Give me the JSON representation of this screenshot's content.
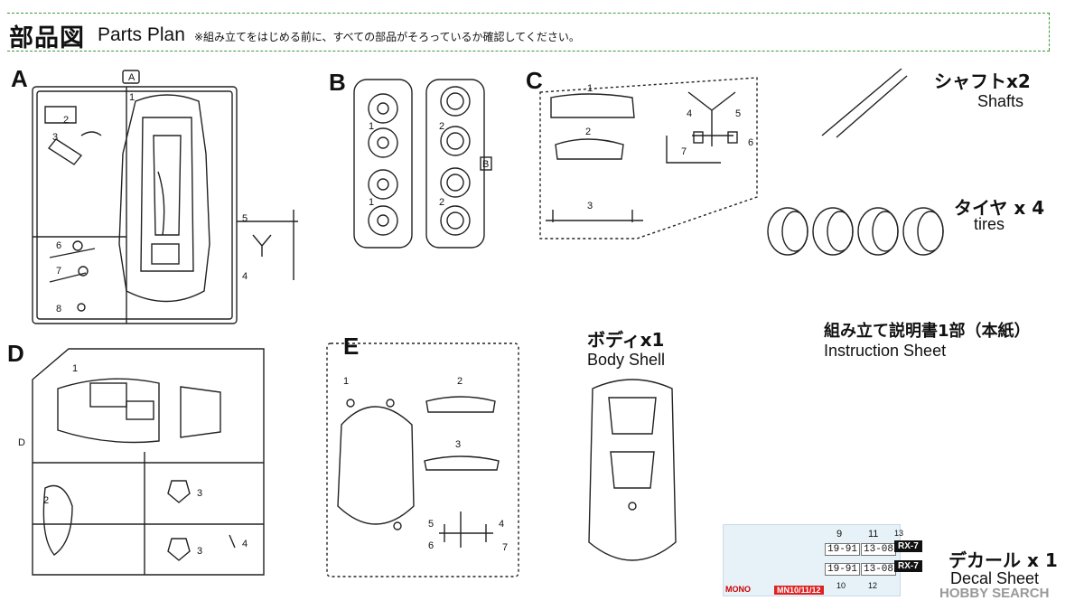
{
  "header": {
    "title_jp": "部品図",
    "title_en": "Parts Plan",
    "note": "※組み立てをはじめる前に、すべての部品がそろっているか確認してください。"
  },
  "runners": {
    "A": {
      "label": "A",
      "tag": "A",
      "parts": [
        "1",
        "2",
        "3",
        "4",
        "5",
        "6",
        "7",
        "8"
      ]
    },
    "B": {
      "label": "B",
      "tag": "B",
      "parts": [
        "1",
        "2",
        "1",
        "2"
      ]
    },
    "C": {
      "label": "C",
      "parts": [
        "1",
        "2",
        "3",
        "4",
        "5",
        "6",
        "7"
      ]
    },
    "D": {
      "label": "D",
      "tag": "D",
      "parts": [
        "1",
        "2",
        "3",
        "3",
        "4"
      ]
    },
    "E": {
      "label": "E",
      "parts": [
        "1",
        "2",
        "3",
        "4",
        "5",
        "6",
        "7"
      ]
    }
  },
  "extras": {
    "shafts_jp": "シャフトx2",
    "shafts_en": "Shafts",
    "tires_jp": "タイヤ x 4",
    "tires_en": "tires",
    "body_jp": "ボディx1",
    "body_en": "Body Shell",
    "instr_jp": "組み立て説明書1部（本紙）",
    "instr_en": "Instruction Sheet",
    "decal_jp": "デカール x 1",
    "decal_en": "Decal Sheet"
  },
  "decal_sheet": {
    "plate1": "19-91",
    "plate2": "13-08",
    "plate3": "19-91",
    "plate4": "13-08",
    "badge1": "RX-7",
    "badge2": "RX-7",
    "num_9": "9",
    "num_11": "11",
    "num_13": "13",
    "num_10": "10",
    "num_12": "12",
    "brand": "MONO",
    "code": "MN10/11/12"
  },
  "watermark": "HOBBY SEARCH"
}
